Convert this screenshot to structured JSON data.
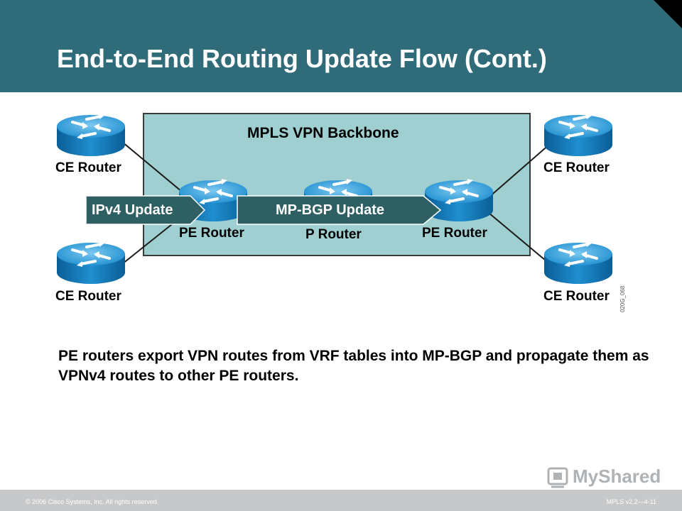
{
  "slide": {
    "title": "End-to-End Routing Update Flow (Cont.)",
    "body": "PE routers export VPN routes from VRF tables into MP-BGP and propagate them as VPNv4 routes to other PE routers.",
    "copyright": "© 2006 Cisco Systems, Inc. All rights reserved.",
    "course_code": "MPLS v2.2—4-11",
    "figure_code": "020G_068",
    "watermark": "MyShared"
  },
  "diagram": {
    "backbone_label": "MPLS VPN Backbone",
    "nodes": {
      "ce_top_left": "CE Router",
      "ce_bottom_left": "CE Router",
      "ce_top_right": "CE Router",
      "ce_bottom_right": "CE Router",
      "pe_left": "PE Router",
      "p_center": "P Router",
      "pe_right": "PE Router"
    },
    "updates": {
      "ipv4": "IPv4 Update",
      "mpbgp": "MP-BGP Update"
    }
  },
  "colors": {
    "header": "#2f6b78",
    "backbone_fill": "#9fcfd0",
    "banner": "#2e5f63",
    "router": "#1f8fd0",
    "footer": "#c6c8ca"
  }
}
